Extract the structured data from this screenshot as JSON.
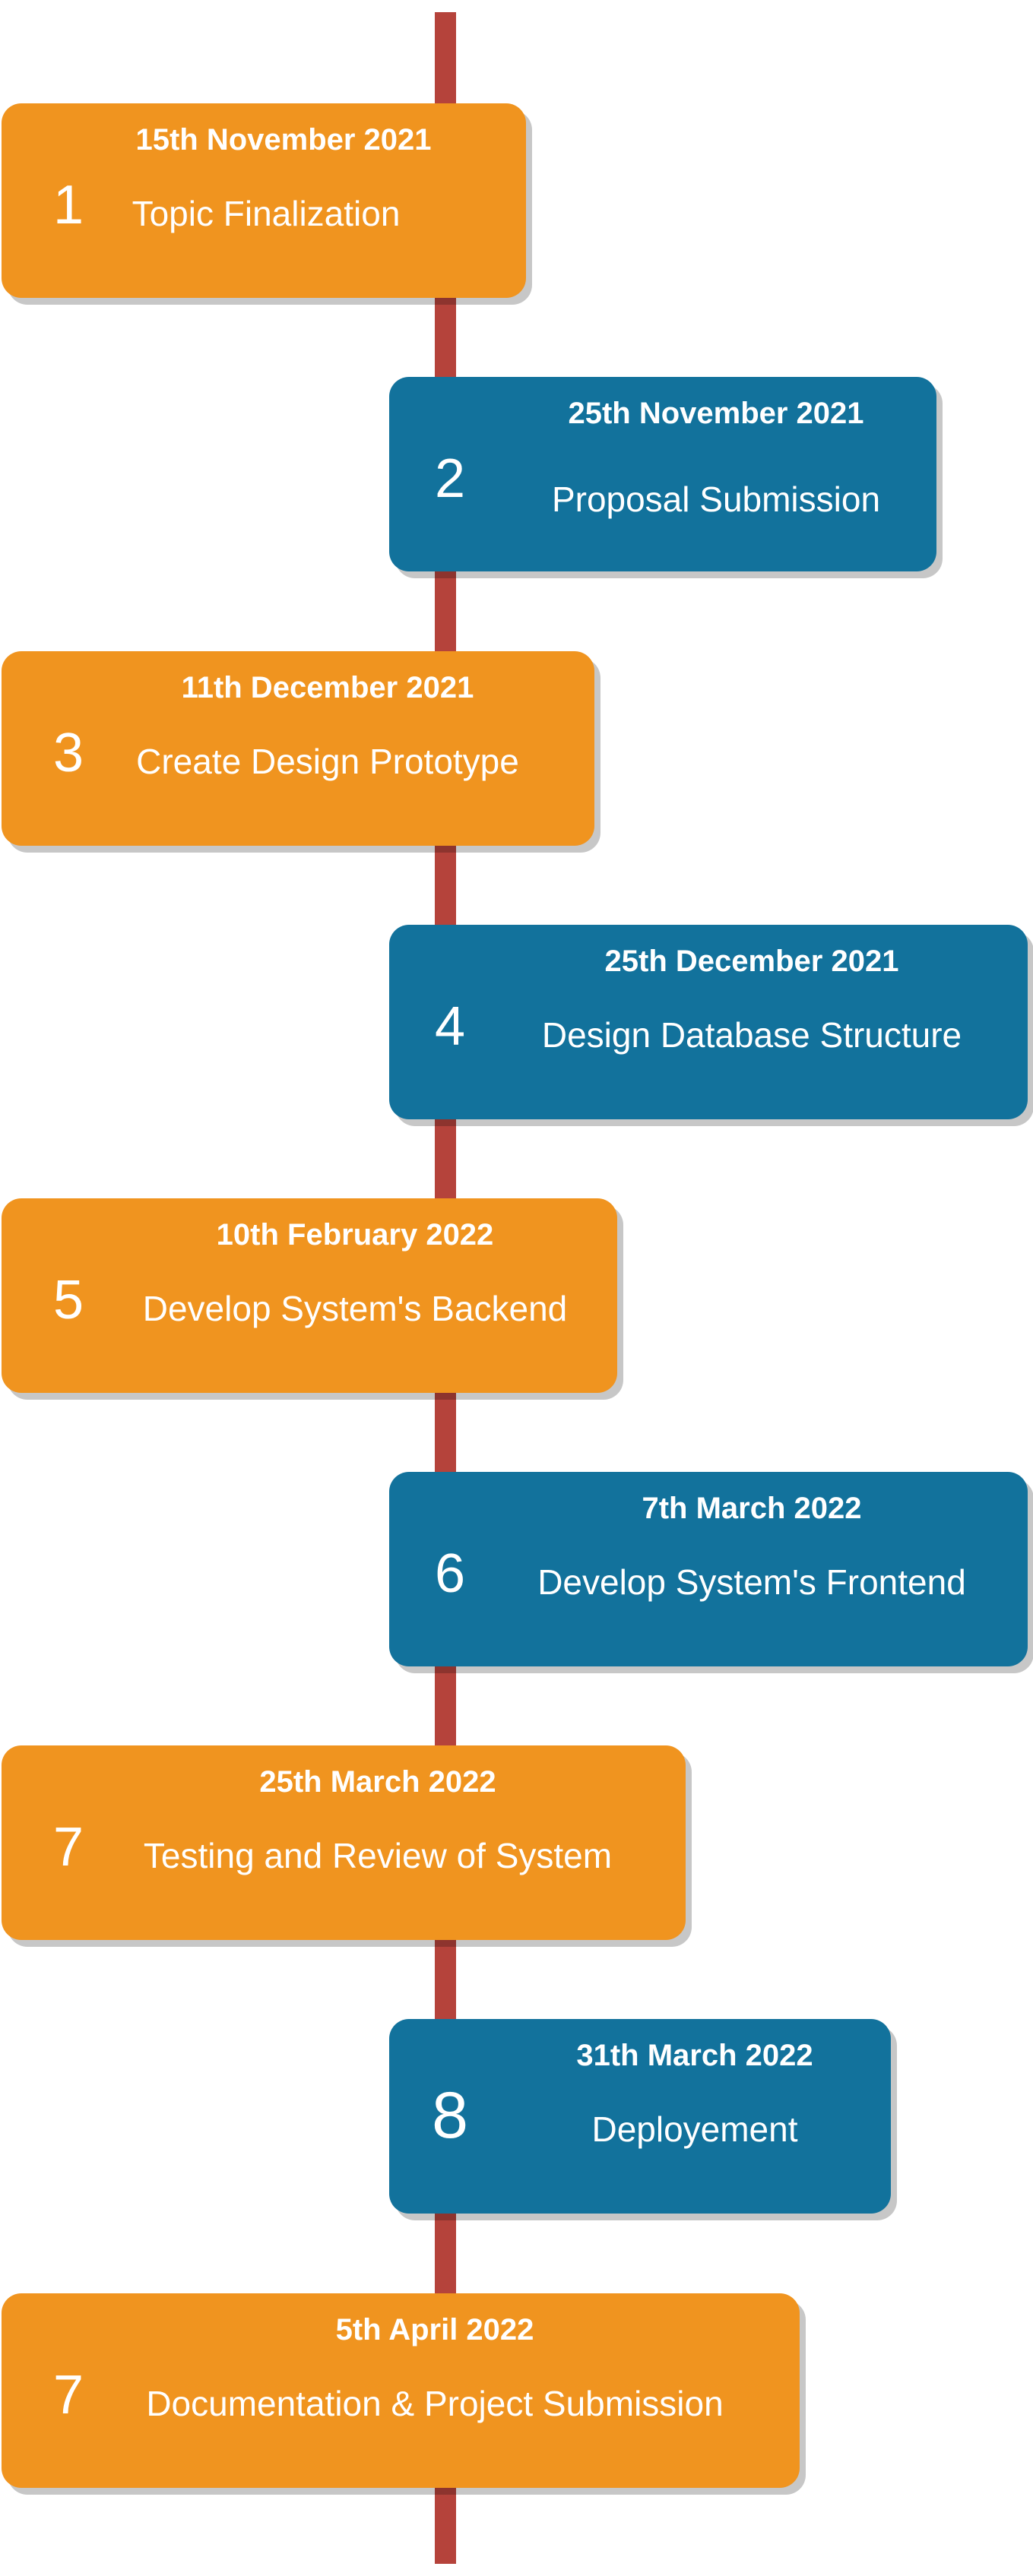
{
  "colors": {
    "line": "#b5433b",
    "orange": "#f0941f",
    "blue": "#12729c"
  },
  "milestones": [
    {
      "number": "1",
      "date": "15th November 2021",
      "title": "Topic Finalization"
    },
    {
      "number": "2",
      "date": "25th November 2021",
      "title": "Proposal Submission"
    },
    {
      "number": "3",
      "date": "11th December 2021",
      "title": "Create Design Prototype"
    },
    {
      "number": "4",
      "date": "25th December 2021",
      "title": "Design Database Structure"
    },
    {
      "number": "5",
      "date": "10th February 2022",
      "title": "Develop System's Backend"
    },
    {
      "number": "6",
      "date": "7th March 2022",
      "title": "Develop System's Frontend"
    },
    {
      "number": "7",
      "date": "25th March 2022",
      "title": "Testing and Review of System"
    },
    {
      "number": "8",
      "date": "31th March 2022",
      "title": "Deployement"
    },
    {
      "number": "7",
      "date": "5th April 2022",
      "title": "Documentation & Project Submission"
    }
  ]
}
